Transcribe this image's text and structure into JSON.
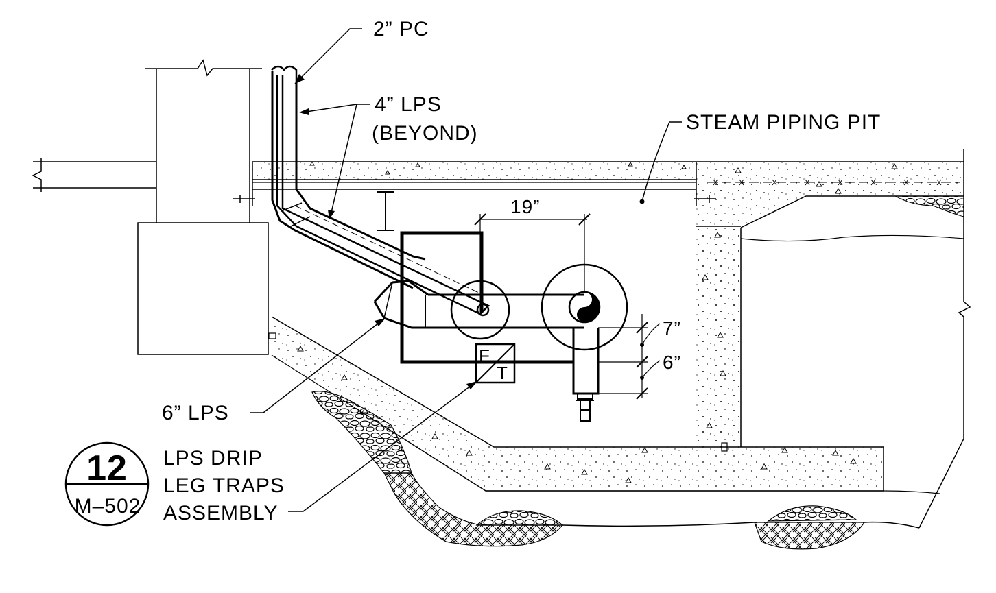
{
  "labels": {
    "pc_2in": "2” PC",
    "lps_4in": "4” LPS",
    "beyond": "(BEYOND)",
    "steam_pit": "STEAM PIPING PIT",
    "dim_19": "19”",
    "dim_7": "7”",
    "dim_6": "6”",
    "lps_6in": "6” LPS",
    "trap_f": "F",
    "trap_t": "T"
  },
  "title_block": {
    "detail_number": "12",
    "sheet_number": "M–502",
    "title_line1": "LPS DRIP",
    "title_line2": "LEG TRAPS",
    "title_line3": "ASSEMBLY"
  },
  "colors": {
    "ink": "#000000",
    "background": "#ffffff"
  }
}
